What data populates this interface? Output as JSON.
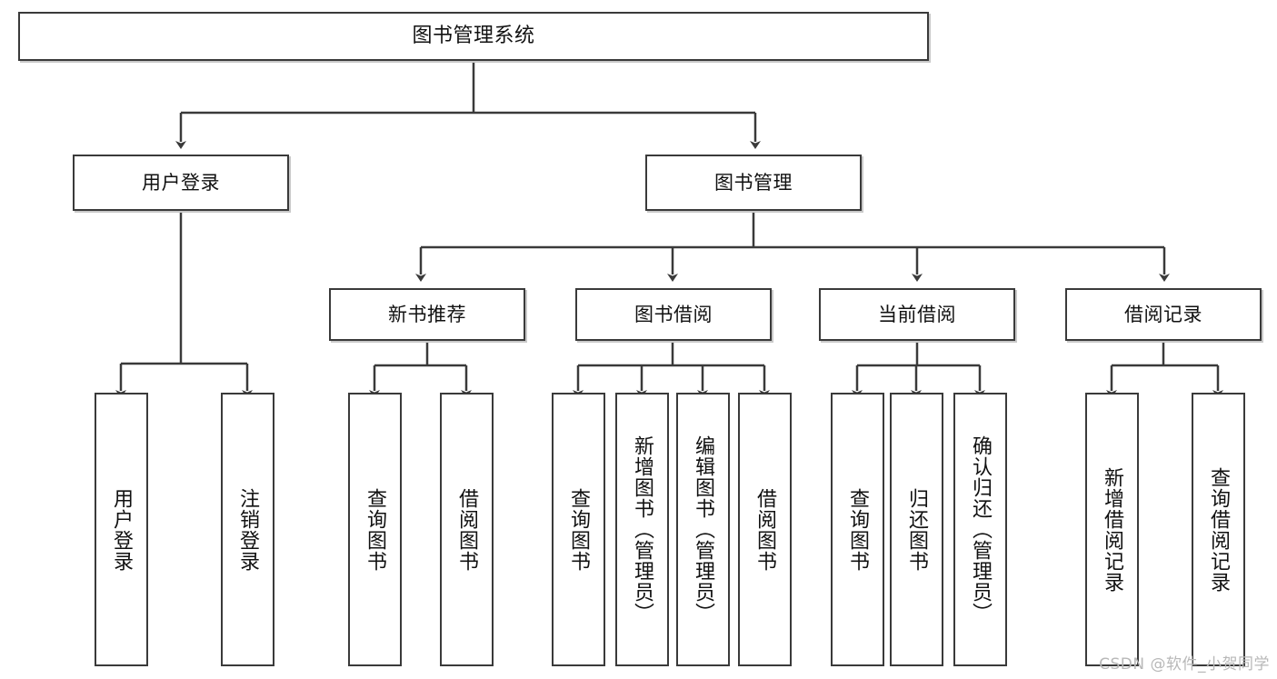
{
  "diagram": {
    "type": "tree",
    "title": "图书管理系统",
    "root": {
      "label": "图书管理系统"
    },
    "level2": [
      {
        "label": "用户登录"
      },
      {
        "label": "图书管理"
      }
    ],
    "level3": [
      {
        "label": "新书推荐"
      },
      {
        "label": "图书借阅"
      },
      {
        "label": "当前借阅"
      },
      {
        "label": "借阅记录"
      }
    ],
    "leaves": {
      "user_login": [
        {
          "label": "用户登录"
        },
        {
          "label": "注销登录"
        }
      ],
      "new_book_recommend": [
        {
          "label": "查询图书"
        },
        {
          "label": "借阅图书"
        }
      ],
      "book_borrow": [
        {
          "label": "查询图书"
        },
        {
          "label": "新增图书（管理员）"
        },
        {
          "label": "编辑图书（管理员）"
        },
        {
          "label": "借阅图书"
        }
      ],
      "current_borrow": [
        {
          "label": "查询图书"
        },
        {
          "label": "归还图书"
        },
        {
          "label": "确认归还（管理员）"
        }
      ],
      "borrow_record": [
        {
          "label": "新增借阅记录"
        },
        {
          "label": "查询借阅记录"
        }
      ]
    }
  },
  "watermark": {
    "text": "CSDN @软件_小贺同学"
  },
  "colors": {
    "border": "#3a3a3a",
    "background": "#ffffff",
    "text": "#111111",
    "watermark": "#b8b8b8"
  }
}
